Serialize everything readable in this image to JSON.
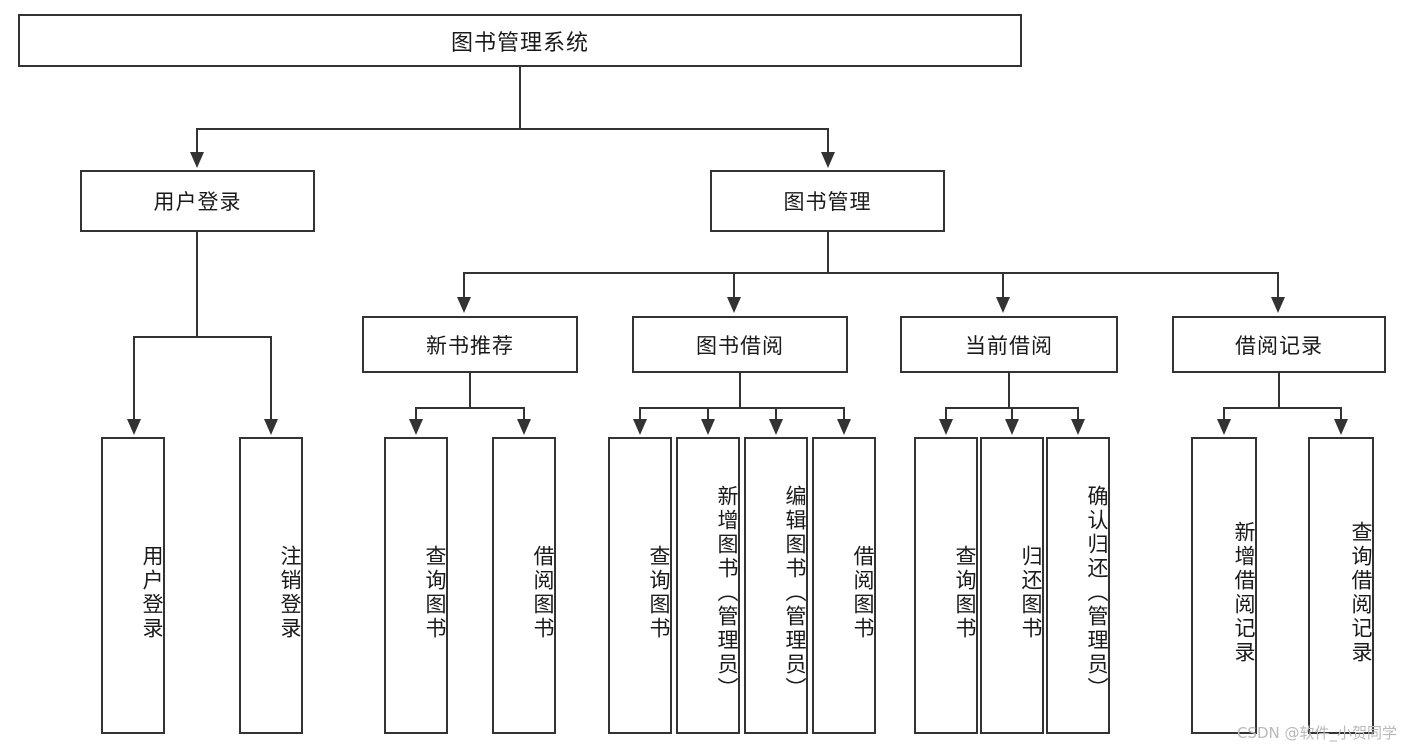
{
  "diagram": {
    "type": "tree-hierarchy-chart",
    "title": "图书管理系统",
    "colors": {
      "stroke": "#333333",
      "fill": "#ffffff",
      "text": "#1a1a1a",
      "watermark": "#b9b9b9"
    },
    "levels": {
      "root": {
        "label": "图书管理系统"
      },
      "level2": [
        {
          "label": "用户登录"
        },
        {
          "label": "图书管理"
        }
      ],
      "level3": [
        {
          "label": "新书推荐"
        },
        {
          "label": "图书借阅"
        },
        {
          "label": "当前借阅"
        },
        {
          "label": "借阅记录"
        }
      ],
      "leaves": {
        "user_login": [
          {
            "label": "用户登录"
          },
          {
            "label": "注销登录"
          }
        ],
        "new_book_recommend": [
          {
            "label": "查询图书"
          },
          {
            "label": "借阅图书"
          }
        ],
        "book_borrow": [
          {
            "label": "查询图书"
          },
          {
            "label": "新增图书（管理员）"
          },
          {
            "label": "编辑图书（管理员）"
          },
          {
            "label": "借阅图书"
          }
        ],
        "current_borrow": [
          {
            "label": "查询图书"
          },
          {
            "label": "归还图书"
          },
          {
            "label": "确认归还（管理员）"
          }
        ],
        "borrow_record": [
          {
            "label": "新增借阅记录"
          },
          {
            "label": "查询借阅记录"
          }
        ]
      }
    }
  },
  "watermark": {
    "text": "CSDN @软件_小贺同学"
  }
}
